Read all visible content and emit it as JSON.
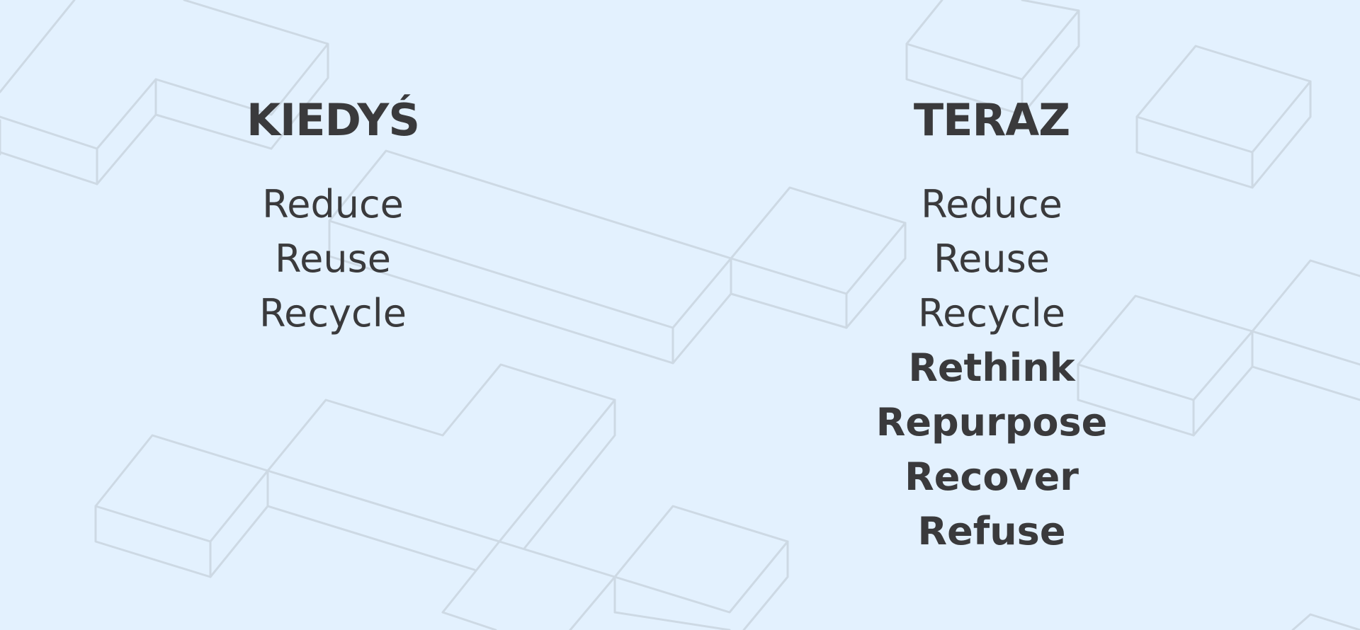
{
  "colors": {
    "background": "#e3f1fe",
    "text": "#3a3a3c",
    "pattern_stroke": "#cdd9e4"
  },
  "left": {
    "heading": "KIEDYŚ",
    "items": [
      "Reduce",
      "Reuse",
      "Recycle"
    ]
  },
  "right": {
    "heading": "TERAZ",
    "items": [
      "Reduce",
      "Reuse",
      "Recycle",
      "Rethink",
      "Repurpose",
      "Recover",
      "Refuse"
    ]
  }
}
